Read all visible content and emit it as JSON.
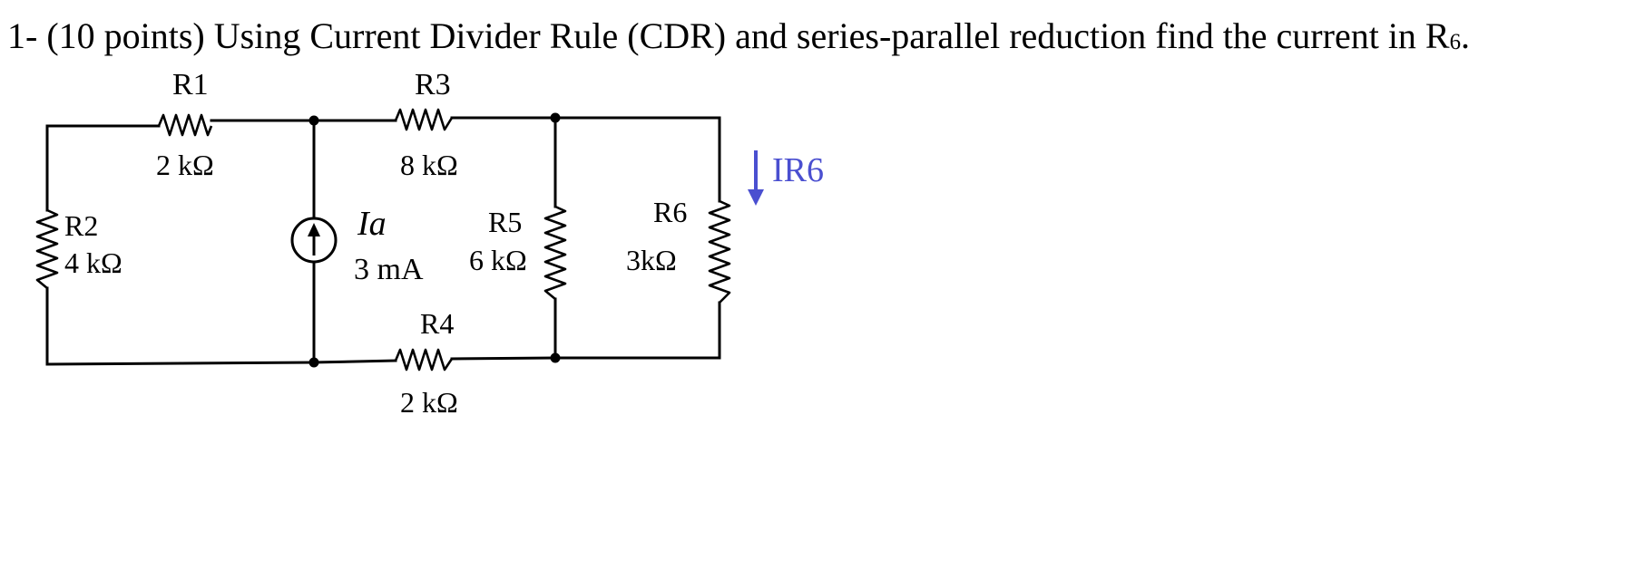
{
  "question": {
    "text": "1- (10 points) Using Current Divider Rule (CDR) and series-parallel reduction find the current in R",
    "subscript": "6",
    "suffix": "."
  },
  "circuit": {
    "resistors": [
      {
        "id": "r1",
        "label": "R1",
        "value": "2 kΩ"
      },
      {
        "id": "r2",
        "label": "R2",
        "value": "4 kΩ"
      },
      {
        "id": "r3",
        "label": "R3",
        "value": "8 kΩ"
      },
      {
        "id": "r4",
        "label": "R4",
        "value": "2 kΩ"
      },
      {
        "id": "r5",
        "label": "R5",
        "value": "6 kΩ"
      },
      {
        "id": "r6",
        "label": "R6",
        "value": "3kΩ"
      }
    ],
    "source": {
      "label": "Ia",
      "value": "3 mA"
    },
    "current_label": "IR6",
    "current_color": "#4a4fd0"
  }
}
